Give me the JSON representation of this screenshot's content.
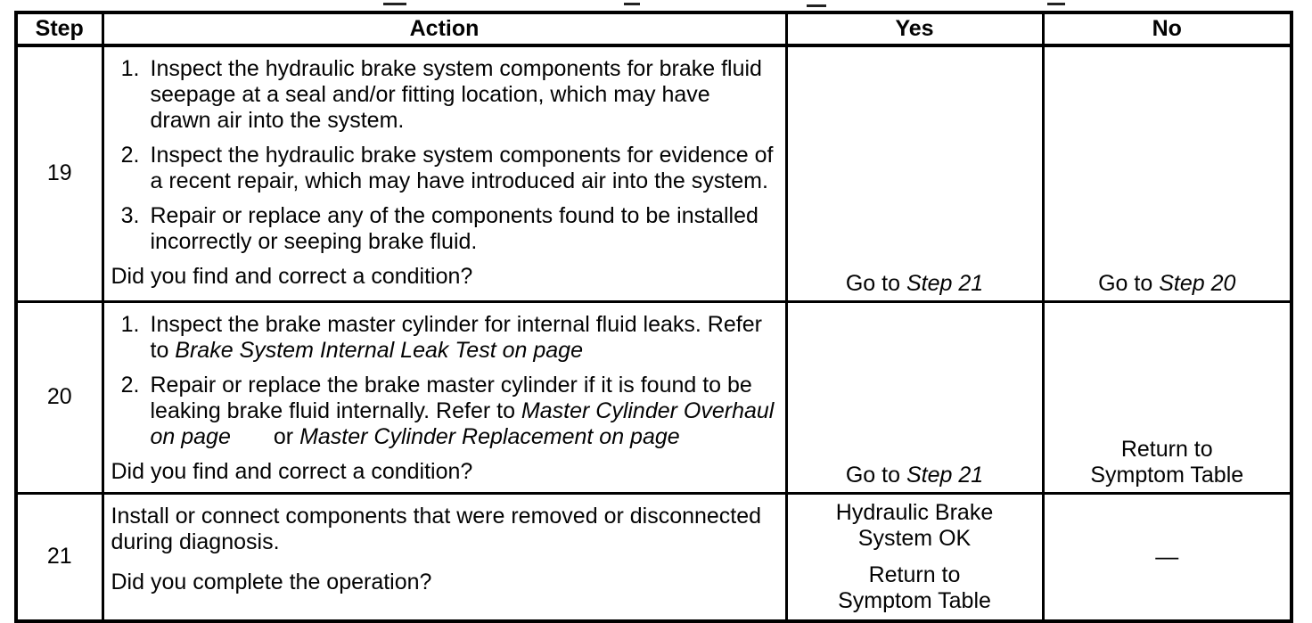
{
  "table": {
    "headers": {
      "step": "Step",
      "action": "Action",
      "yes": "Yes",
      "no": "No"
    },
    "rows": [
      {
        "step": "19",
        "action": {
          "items": [
            {
              "num": "1.",
              "text": "Inspect the hydraulic brake system components for brake fluid seepage at a seal and/or fitting location, which may have drawn air into the system."
            },
            {
              "num": "2.",
              "text": "Inspect the hydraulic brake system components for evidence of a recent repair, which may have introduced air into the system."
            },
            {
              "num": "3.",
              "text": "Repair or replace any of the components found to be installed incorrectly or seeping brake fluid."
            }
          ],
          "question": "Did you find and correct a condition?"
        },
        "yes": {
          "prefix": "Go to ",
          "ref": "Step 21"
        },
        "no": {
          "prefix": "Go to ",
          "ref": "Step 20"
        }
      },
      {
        "step": "20",
        "action": {
          "items": [
            {
              "num": "1.",
              "lead": "Inspect the brake master cylinder for internal fluid leaks. Refer to ",
              "ref1": "Brake System Internal Leak Test on page"
            },
            {
              "num": "2.",
              "lead": "Repair or replace the brake master cylinder if it is found to be leaking brake fluid internally. Refer to ",
              "ref1": "Master Cylinder Overhaul on page",
              "joiner": "or ",
              "ref2": "Master Cylinder Replacement on page"
            }
          ],
          "question": "Did you find and correct a condition?"
        },
        "yes": {
          "prefix": "Go to ",
          "ref": "Step 21"
        },
        "no": {
          "text": "Return to Symptom Table"
        }
      },
      {
        "step": "21",
        "action": {
          "para": "Install or connect components that were removed or disconnected during diagnosis.",
          "question": "Did you complete the operation?"
        },
        "yes": {
          "line1": "Hydraulic Brake System OK",
          "line2": "Return to Symptom Table"
        },
        "no": {
          "dash": "—"
        }
      }
    ]
  }
}
